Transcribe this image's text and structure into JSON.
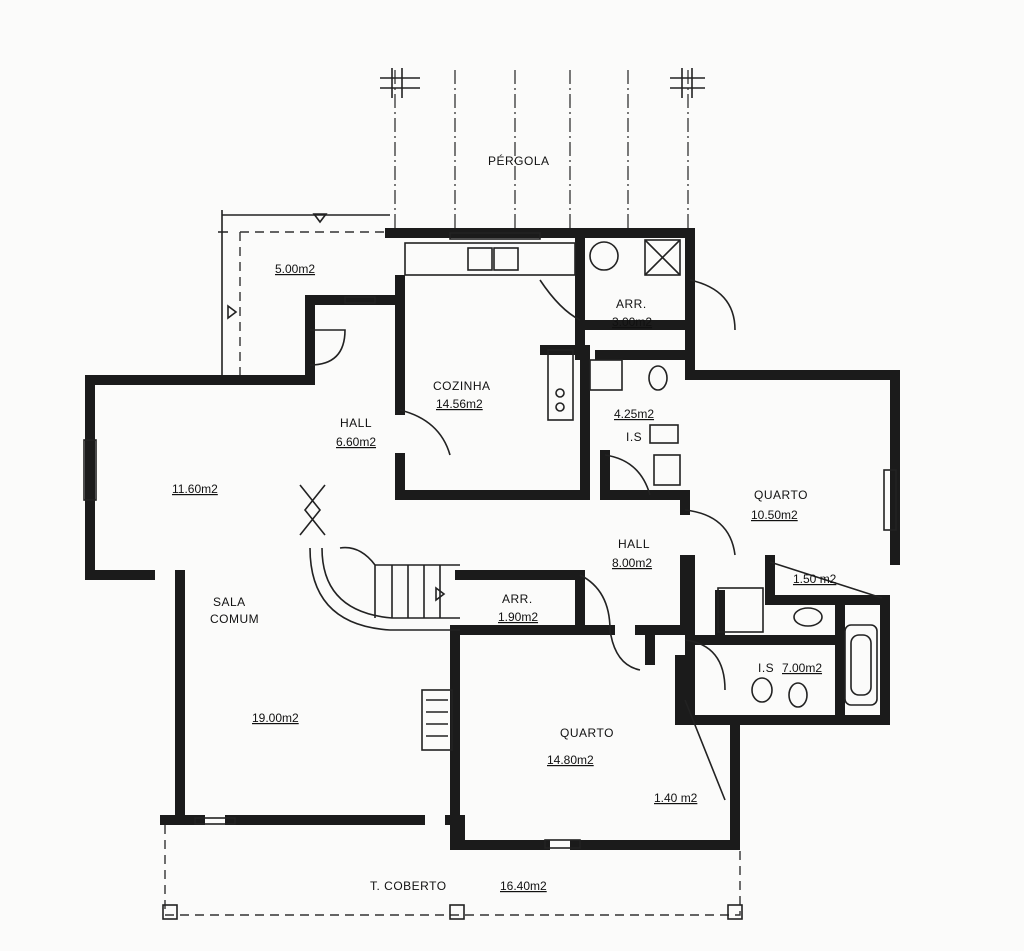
{
  "plan": {
    "pergola": "PÉRGOLA",
    "terrace_top": {
      "area": "5.00m2"
    },
    "storage_top": {
      "name": "ARR.",
      "area": "3.00m2"
    },
    "kitchen": {
      "name": "COZINHA",
      "area": "14.56m2"
    },
    "hall_left": {
      "name": "HALL",
      "area": "6.60m2"
    },
    "bath_small": {
      "name": "I.S",
      "area": "4.25m2"
    },
    "room_left": {
      "area": "11.60m2"
    },
    "bedroom_right": {
      "name": "QUARTO",
      "area": "10.50m2"
    },
    "hall_center": {
      "name": "HALL",
      "area": "8.00m2"
    },
    "closet_right": {
      "area": "1.50 m2"
    },
    "living": {
      "name_line1": "SALA",
      "name_line2": "COMUM",
      "area": "19.00m2"
    },
    "storage_center": {
      "name": "ARR.",
      "area": "1.90m2"
    },
    "bath_large": {
      "name": "I.S",
      "area": "7.00m2"
    },
    "bedroom_bottom": {
      "name": "QUARTO",
      "area": "14.80m2"
    },
    "closet_bottom": {
      "area": "1.40 m2"
    },
    "covered_terrace": {
      "name": "T. COBERTO",
      "area": "16.40m2"
    }
  }
}
